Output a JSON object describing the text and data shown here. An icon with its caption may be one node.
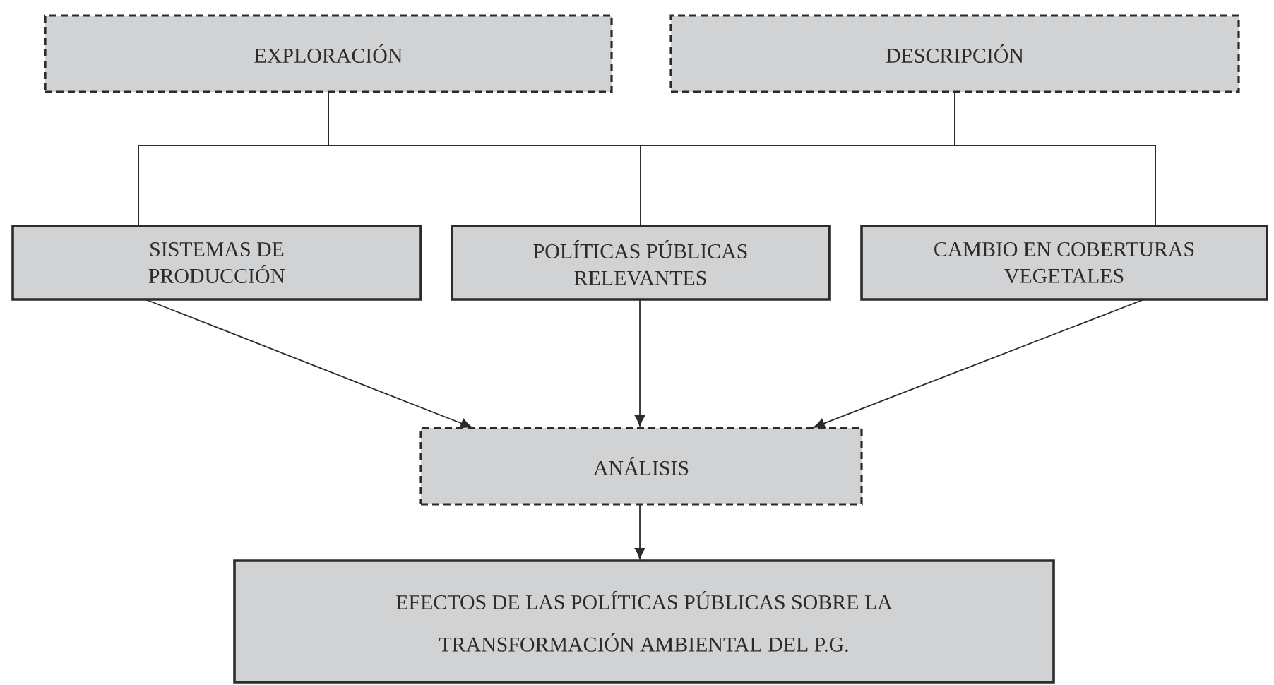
{
  "diagram": {
    "nodes": [
      {
        "text": [
          "EXPLORACIÓN"
        ]
      },
      {
        "text": [
          "DESCRIPCIÓN"
        ]
      },
      {
        "text": [
          "SISTEMAS DE PRODUCCIÓN"
        ]
      },
      {
        "text": [
          "POLÍTICAS PÚBLICAS RELEVANTES"
        ]
      },
      {
        "text": [
          "CAMBIO EN COBERTURAS VEGETALES"
        ]
      },
      {
        "text": [
          "ANÁLISIS"
        ]
      },
      {
        "text": [
          "EFECTOS DE LAS POLÍTICAS PÚBLICAS SOBRE LA TRANSFORMACIÓN AMBIENTAL DEL P.G."
        ]
      }
    ],
    "edges": [
      {
        "from": 0,
        "to": 2,
        "arrow": "none"
      },
      {
        "from": 0,
        "to": 3,
        "arrow": "none"
      },
      {
        "from": 0,
        "to": 4,
        "arrow": "none"
      },
      {
        "from": 1,
        "to": 2,
        "arrow": "none"
      },
      {
        "from": 1,
        "to": 3,
        "arrow": "none"
      },
      {
        "from": 1,
        "to": 4,
        "arrow": "none"
      },
      {
        "from": 2,
        "to": 5,
        "arrow": "to"
      },
      {
        "from": 3,
        "to": 5,
        "arrow": "to"
      },
      {
        "from": 4,
        "to": 5,
        "arrow": "to"
      },
      {
        "from": 5,
        "to": 6,
        "arrow": "to"
      }
    ]
  }
}
